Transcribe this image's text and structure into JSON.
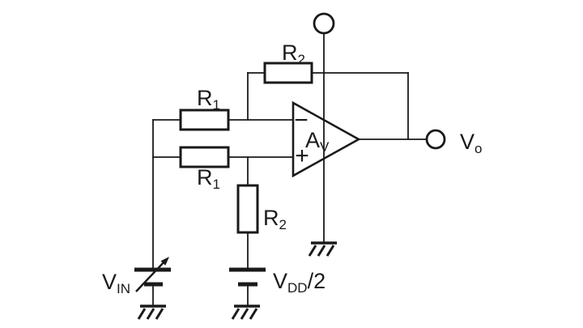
{
  "figure": {
    "type": "circuit-schematic"
  },
  "colors": {
    "ink": "#1a1a1a",
    "background": "#ffffff"
  },
  "labels": {
    "r1_top": {
      "main": "R",
      "sub": "1"
    },
    "r1_bottom": {
      "main": "R",
      "sub": "1"
    },
    "r2_feedback": {
      "main": "R",
      "sub": "2"
    },
    "r2_shunt": {
      "main": "R",
      "sub": "2"
    },
    "opamp_gain": {
      "main": "A",
      "sub": "V"
    },
    "opamp_inverting": "−",
    "opamp_noninverting": "+",
    "v_in": {
      "main": "V",
      "sub": "IN"
    },
    "v_ref": {
      "main": "V",
      "sub": "DD",
      "suffix": "/2"
    },
    "v_out": {
      "main": "V",
      "sub": "o"
    }
  }
}
